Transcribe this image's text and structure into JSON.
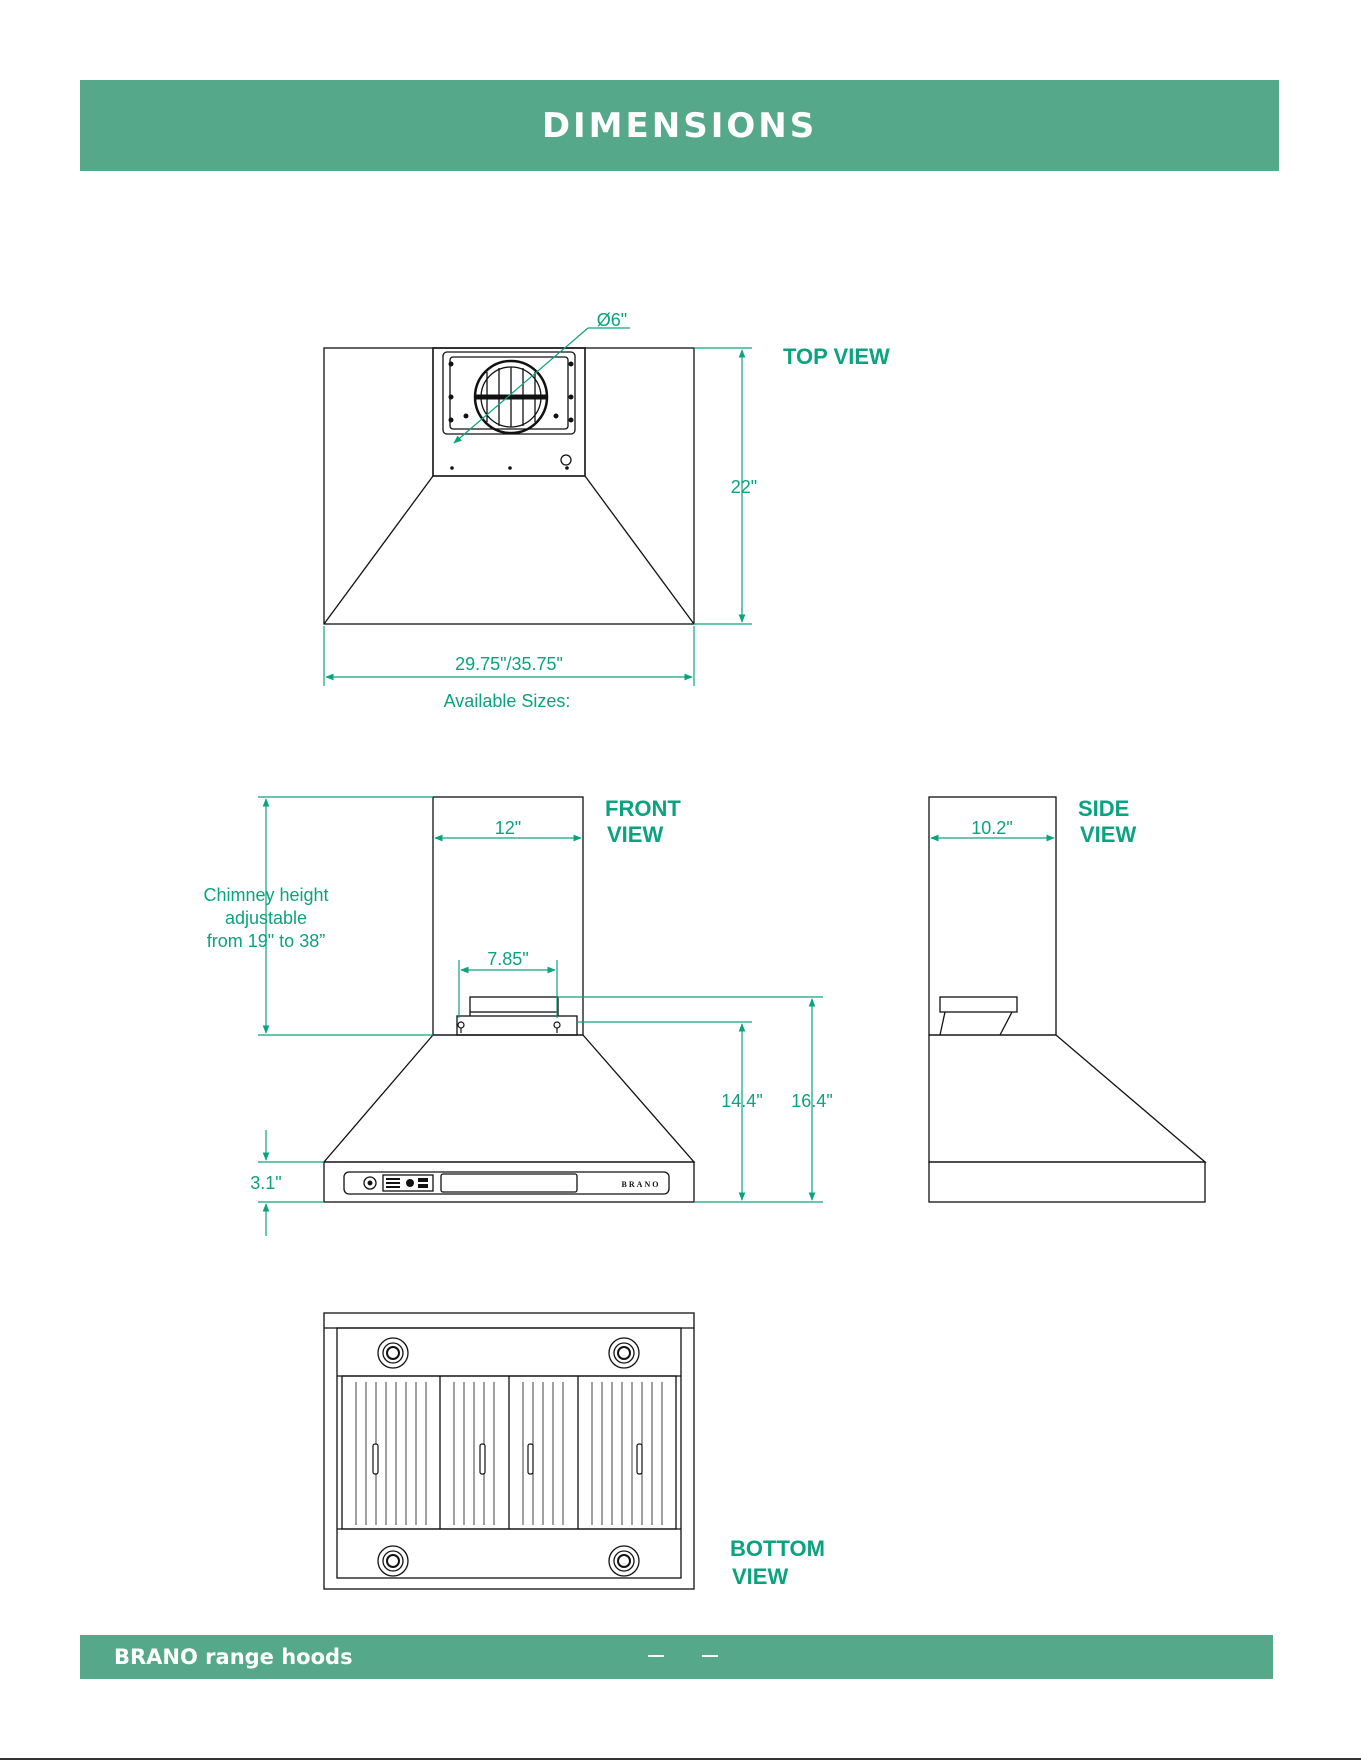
{
  "header": {
    "title": "DIMENSIONS"
  },
  "top_view": {
    "title": "TOP VIEW",
    "duct_diameter": "Ø6\"",
    "depth": "22\"",
    "width": "29.75\"/35.75\"",
    "sizes_label": "Available Sizes:"
  },
  "front_view": {
    "title_line1": "FRONT",
    "title_line2": "VIEW",
    "chimney_width": "12\"",
    "chimney_note_line1": "Chimney height",
    "chimney_note_line2": "adjustable",
    "chimney_note_line3": "from 19\" to 38”",
    "bracket_width": "7.85\"",
    "hood_height": "14.4\"",
    "total_height": "16.4\"",
    "front_panel_height": "3.1\"",
    "panel_brand": "BRANO"
  },
  "side_view": {
    "title_line1": "SIDE",
    "title_line2": "VIEW",
    "chimney_depth": "10.2\""
  },
  "bottom_view": {
    "title_line1": "BOTTOM",
    "title_line2": "VIEW"
  },
  "footer": {
    "brand": "BRANO range hoods"
  },
  "colors": {
    "accent": "#55a98a",
    "dimension_text": "#0aa37f",
    "line": "#111111"
  }
}
